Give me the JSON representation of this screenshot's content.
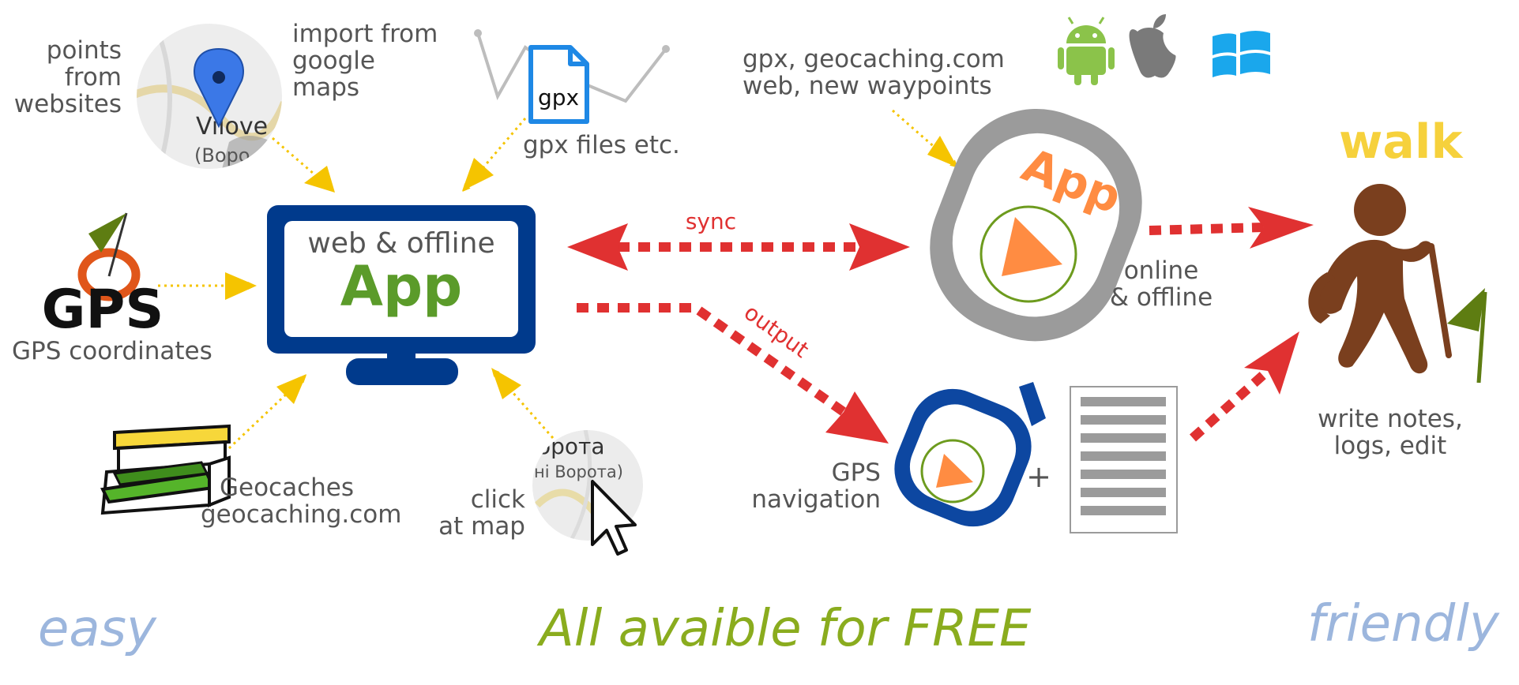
{
  "sources": {
    "points_from_websites": [
      "points",
      "from",
      "websites"
    ],
    "import_google_maps": [
      "import from",
      "google",
      "maps"
    ],
    "gpx_badge": "gpx",
    "gpx_files": "gpx files etc.",
    "gps_logo": "GPS",
    "gps_coordinates": "GPS coordinates",
    "geocaches": [
      "Geocaches",
      "geocaching.com"
    ],
    "click_at_map": [
      "click",
      "at map"
    ],
    "map_snippet_text": [
      "орота",
      "ні Ворота)"
    ],
    "google_map_text": [
      "Vilove",
      "(Воро"
    ]
  },
  "center_app": {
    "line1": "web & offline",
    "line2": "App"
  },
  "flows": {
    "sync": "sync",
    "output": "output"
  },
  "mobile": {
    "platforms_note": [
      "gpx, geocaching.com",
      "web, new waypoints"
    ],
    "app_label": "App",
    "online_offline": [
      "online",
      "& offline"
    ],
    "gps_navigation": [
      "GPS",
      "navigation"
    ],
    "plus": "+"
  },
  "walk": {
    "title": "walk",
    "notes": [
      "write notes,",
      "logs, edit"
    ]
  },
  "footer": {
    "left": "easy",
    "center": "All avaible for FREE",
    "right": "friendly"
  },
  "colors": {
    "arrow_yellow": "#f5c400",
    "arrow_red": "#e03131",
    "monitor_blue": "#003a8c",
    "app_green": "#5b9b2a",
    "app_orange": "#ff8c42",
    "hiker_brown": "#7a3f1e",
    "flag_green": "#5e7d12",
    "footer_blue": "#9cb6dd",
    "footer_green": "#8aac1e",
    "walk_yellow": "#f6d13c"
  }
}
